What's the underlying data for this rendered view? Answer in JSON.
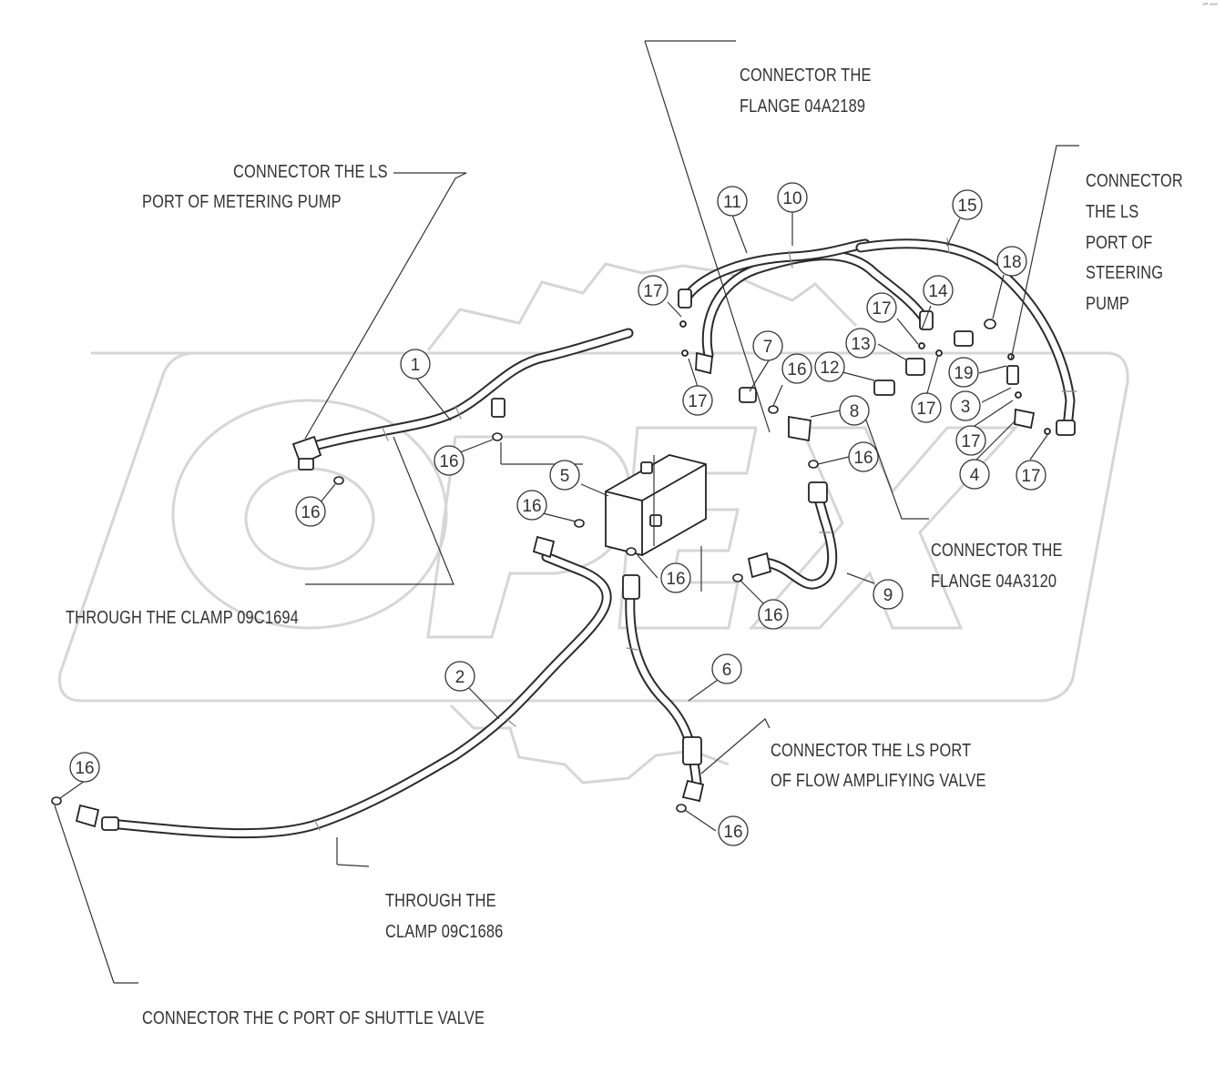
{
  "corner_mark": "ᵒᴾ ᵉᵉᵉ",
  "watermark": {
    "text": "OPEX",
    "color": "#d6d6d6"
  },
  "labels": {
    "flange_04a2189_l1": "CONNECTOR THE",
    "flange_04a2189_l2": "FLANGE 04A2189",
    "metering_pump_l1": "CONNECTOR THE LS",
    "metering_pump_l2": "PORT OF METERING PUMP",
    "steering_pump_l1": "CONNECTOR",
    "steering_pump_l2": "THE LS",
    "steering_pump_l3": "PORT OF",
    "steering_pump_l4": "STEERING",
    "steering_pump_l5": "PUMP",
    "flange_04a3120_l1": "CONNECTOR THE",
    "flange_04a3120_l2": "FLANGE 04A3120",
    "clamp_09c1694": "THROUGH THE CLAMP 09C1694",
    "flow_valve_l1": "CONNECTOR THE LS PORT",
    "flow_valve_l2": "OF FLOW AMPLIFYING VALVE",
    "clamp_09c1686_l1": "THROUGH THE",
    "clamp_09c1686_l2": "CLAMP 09C1686",
    "shuttle_valve": "CONNECTOR THE C PORT OF SHUTTLE VALVE"
  },
  "callouts": [
    "1",
    "2",
    "3",
    "4",
    "5",
    "6",
    "7",
    "8",
    "9",
    "10",
    "11",
    "12",
    "13",
    "14",
    "15",
    "16",
    "17",
    "18",
    "19"
  ],
  "balloons": [
    {
      "id": "b1",
      "num": "1"
    },
    {
      "id": "b2",
      "num": "2"
    },
    {
      "id": "b3",
      "num": "3"
    },
    {
      "id": "b4",
      "num": "4"
    },
    {
      "id": "b5",
      "num": "5"
    },
    {
      "id": "b6",
      "num": "6"
    },
    {
      "id": "b7",
      "num": "7"
    },
    {
      "id": "b8",
      "num": "8"
    },
    {
      "id": "b9",
      "num": "9"
    },
    {
      "id": "b10",
      "num": "10"
    },
    {
      "id": "b11",
      "num": "11"
    },
    {
      "id": "b12",
      "num": "12"
    },
    {
      "id": "b13",
      "num": "13"
    },
    {
      "id": "b14",
      "num": "14"
    },
    {
      "id": "b15",
      "num": "15"
    },
    {
      "id": "b16a",
      "num": "16"
    },
    {
      "id": "b16b",
      "num": "16"
    },
    {
      "id": "b16c",
      "num": "16"
    },
    {
      "id": "b16d",
      "num": "16"
    },
    {
      "id": "b16e",
      "num": "16"
    },
    {
      "id": "b16f",
      "num": "16"
    },
    {
      "id": "b16g",
      "num": "16"
    },
    {
      "id": "b16h",
      "num": "16"
    },
    {
      "id": "b16i",
      "num": "16"
    },
    {
      "id": "b17a",
      "num": "17"
    },
    {
      "id": "b17b",
      "num": "17"
    },
    {
      "id": "b17c",
      "num": "17"
    },
    {
      "id": "b17d",
      "num": "17"
    },
    {
      "id": "b17e",
      "num": "17"
    },
    {
      "id": "b17f",
      "num": "17"
    },
    {
      "id": "b18",
      "num": "18"
    },
    {
      "id": "b19",
      "num": "19"
    }
  ]
}
